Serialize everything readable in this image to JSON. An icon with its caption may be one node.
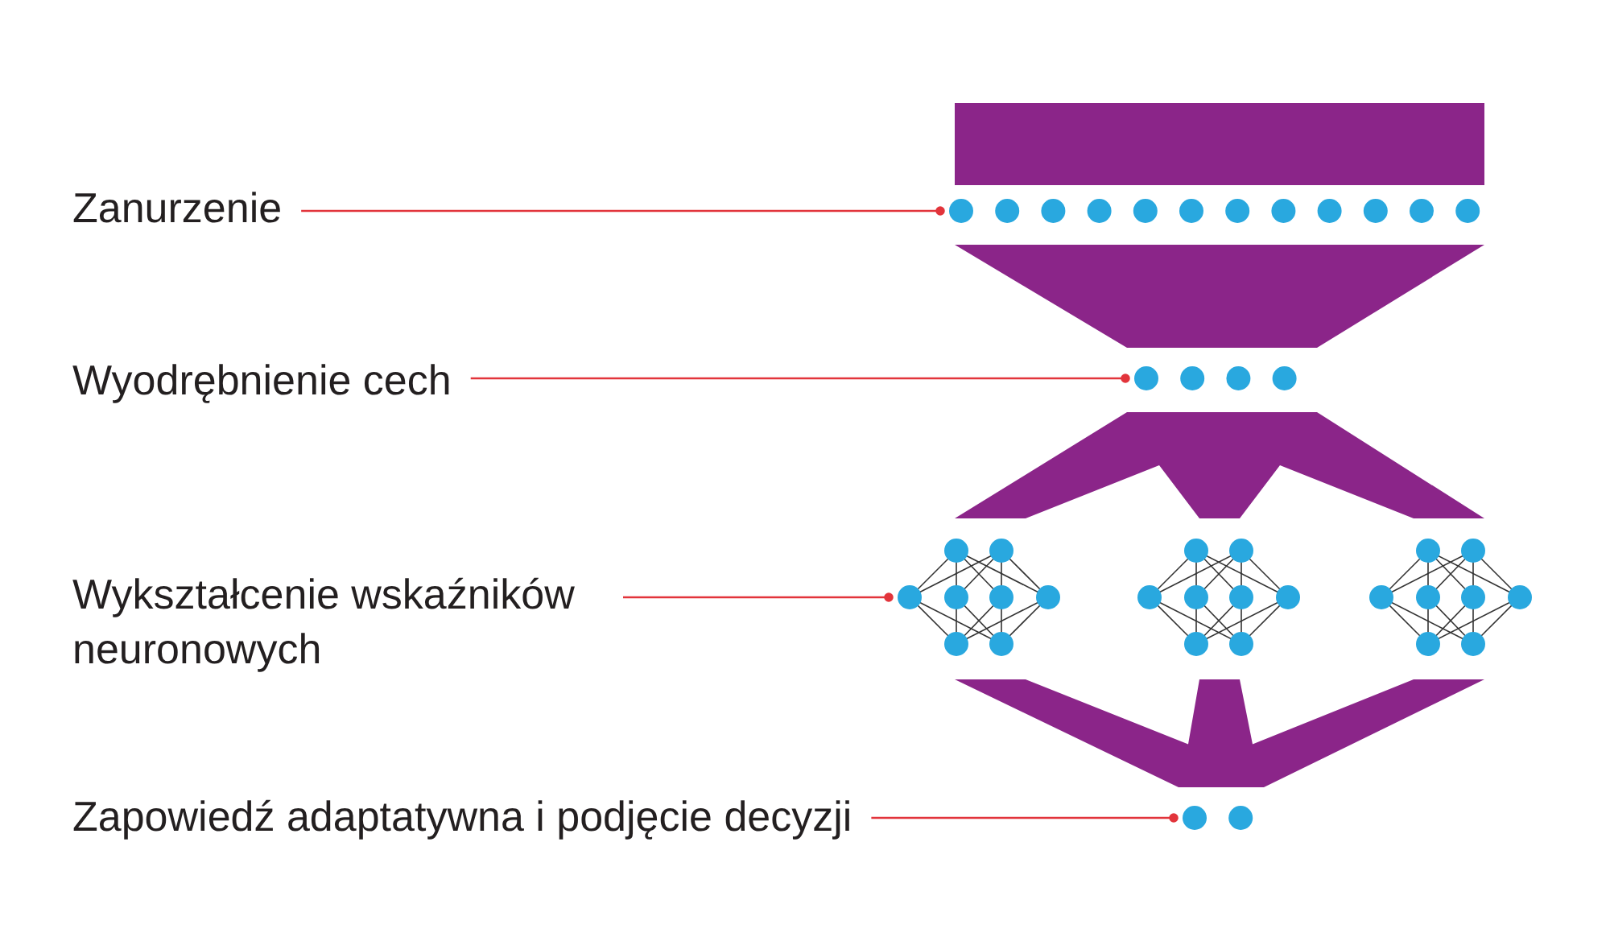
{
  "diagram": {
    "nodes": [
      {
        "text": [
          "Zanurzenie"
        ]
      },
      {
        "text": [],
        "shape": "picture"
      },
      {
        "text": [
          "Wyodrębnienie cech"
        ]
      },
      {
        "text": [],
        "shape": "picture"
      },
      {
        "text": [
          "Wykształcenie wskaźników neuronowych"
        ]
      },
      {
        "text": [],
        "shape": "picture"
      },
      {
        "text": [
          "Zapowiedź adaptatywna i podjęcie decyzji"
        ]
      },
      {
        "text": [],
        "shape": "picture"
      }
    ],
    "edges": [
      {
        "from": 0,
        "to": 1,
        "arrow": "other"
      },
      {
        "from": 2,
        "to": 3,
        "arrow": "other"
      },
      {
        "from": 4,
        "to": 5,
        "arrow": "other"
      },
      {
        "from": 6,
        "to": 7,
        "arrow": "other"
      },
      {
        "from": 1,
        "to": 3,
        "arrow": "none"
      },
      {
        "from": 3,
        "to": 5,
        "arrow": "none"
      },
      {
        "from": 5,
        "to": 7,
        "arrow": "none"
      }
    ]
  }
}
